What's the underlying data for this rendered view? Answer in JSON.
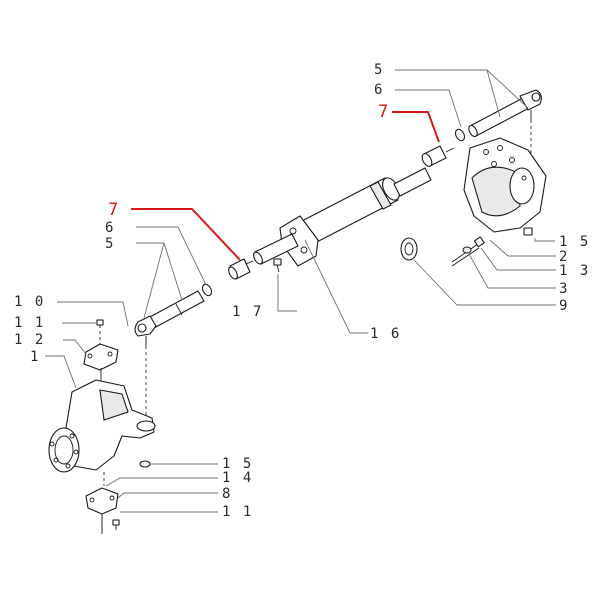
{
  "diagram": {
    "labels": {
      "l5_top": "5",
      "l6_top": "6",
      "l7_top": "7",
      "l15_right": "1 5",
      "l2_right": "2",
      "l13_right": "1 3",
      "l3_right": "3",
      "l9_right": "9",
      "l7_left": "7",
      "l6_left": "6",
      "l5_left": "5",
      "l17": "1 7",
      "l16": "1 6",
      "l10": "1 0",
      "l11_left": "1 1",
      "l12": "1 2",
      "l1": "1",
      "l15_bottom": "1 5",
      "l14": "1 4",
      "l8": "8",
      "l11_bottom": "1 1"
    },
    "colors": {
      "line": "#1a1a1a",
      "leader": "#6f6f6f",
      "highlight": "#d7191c"
    }
  }
}
